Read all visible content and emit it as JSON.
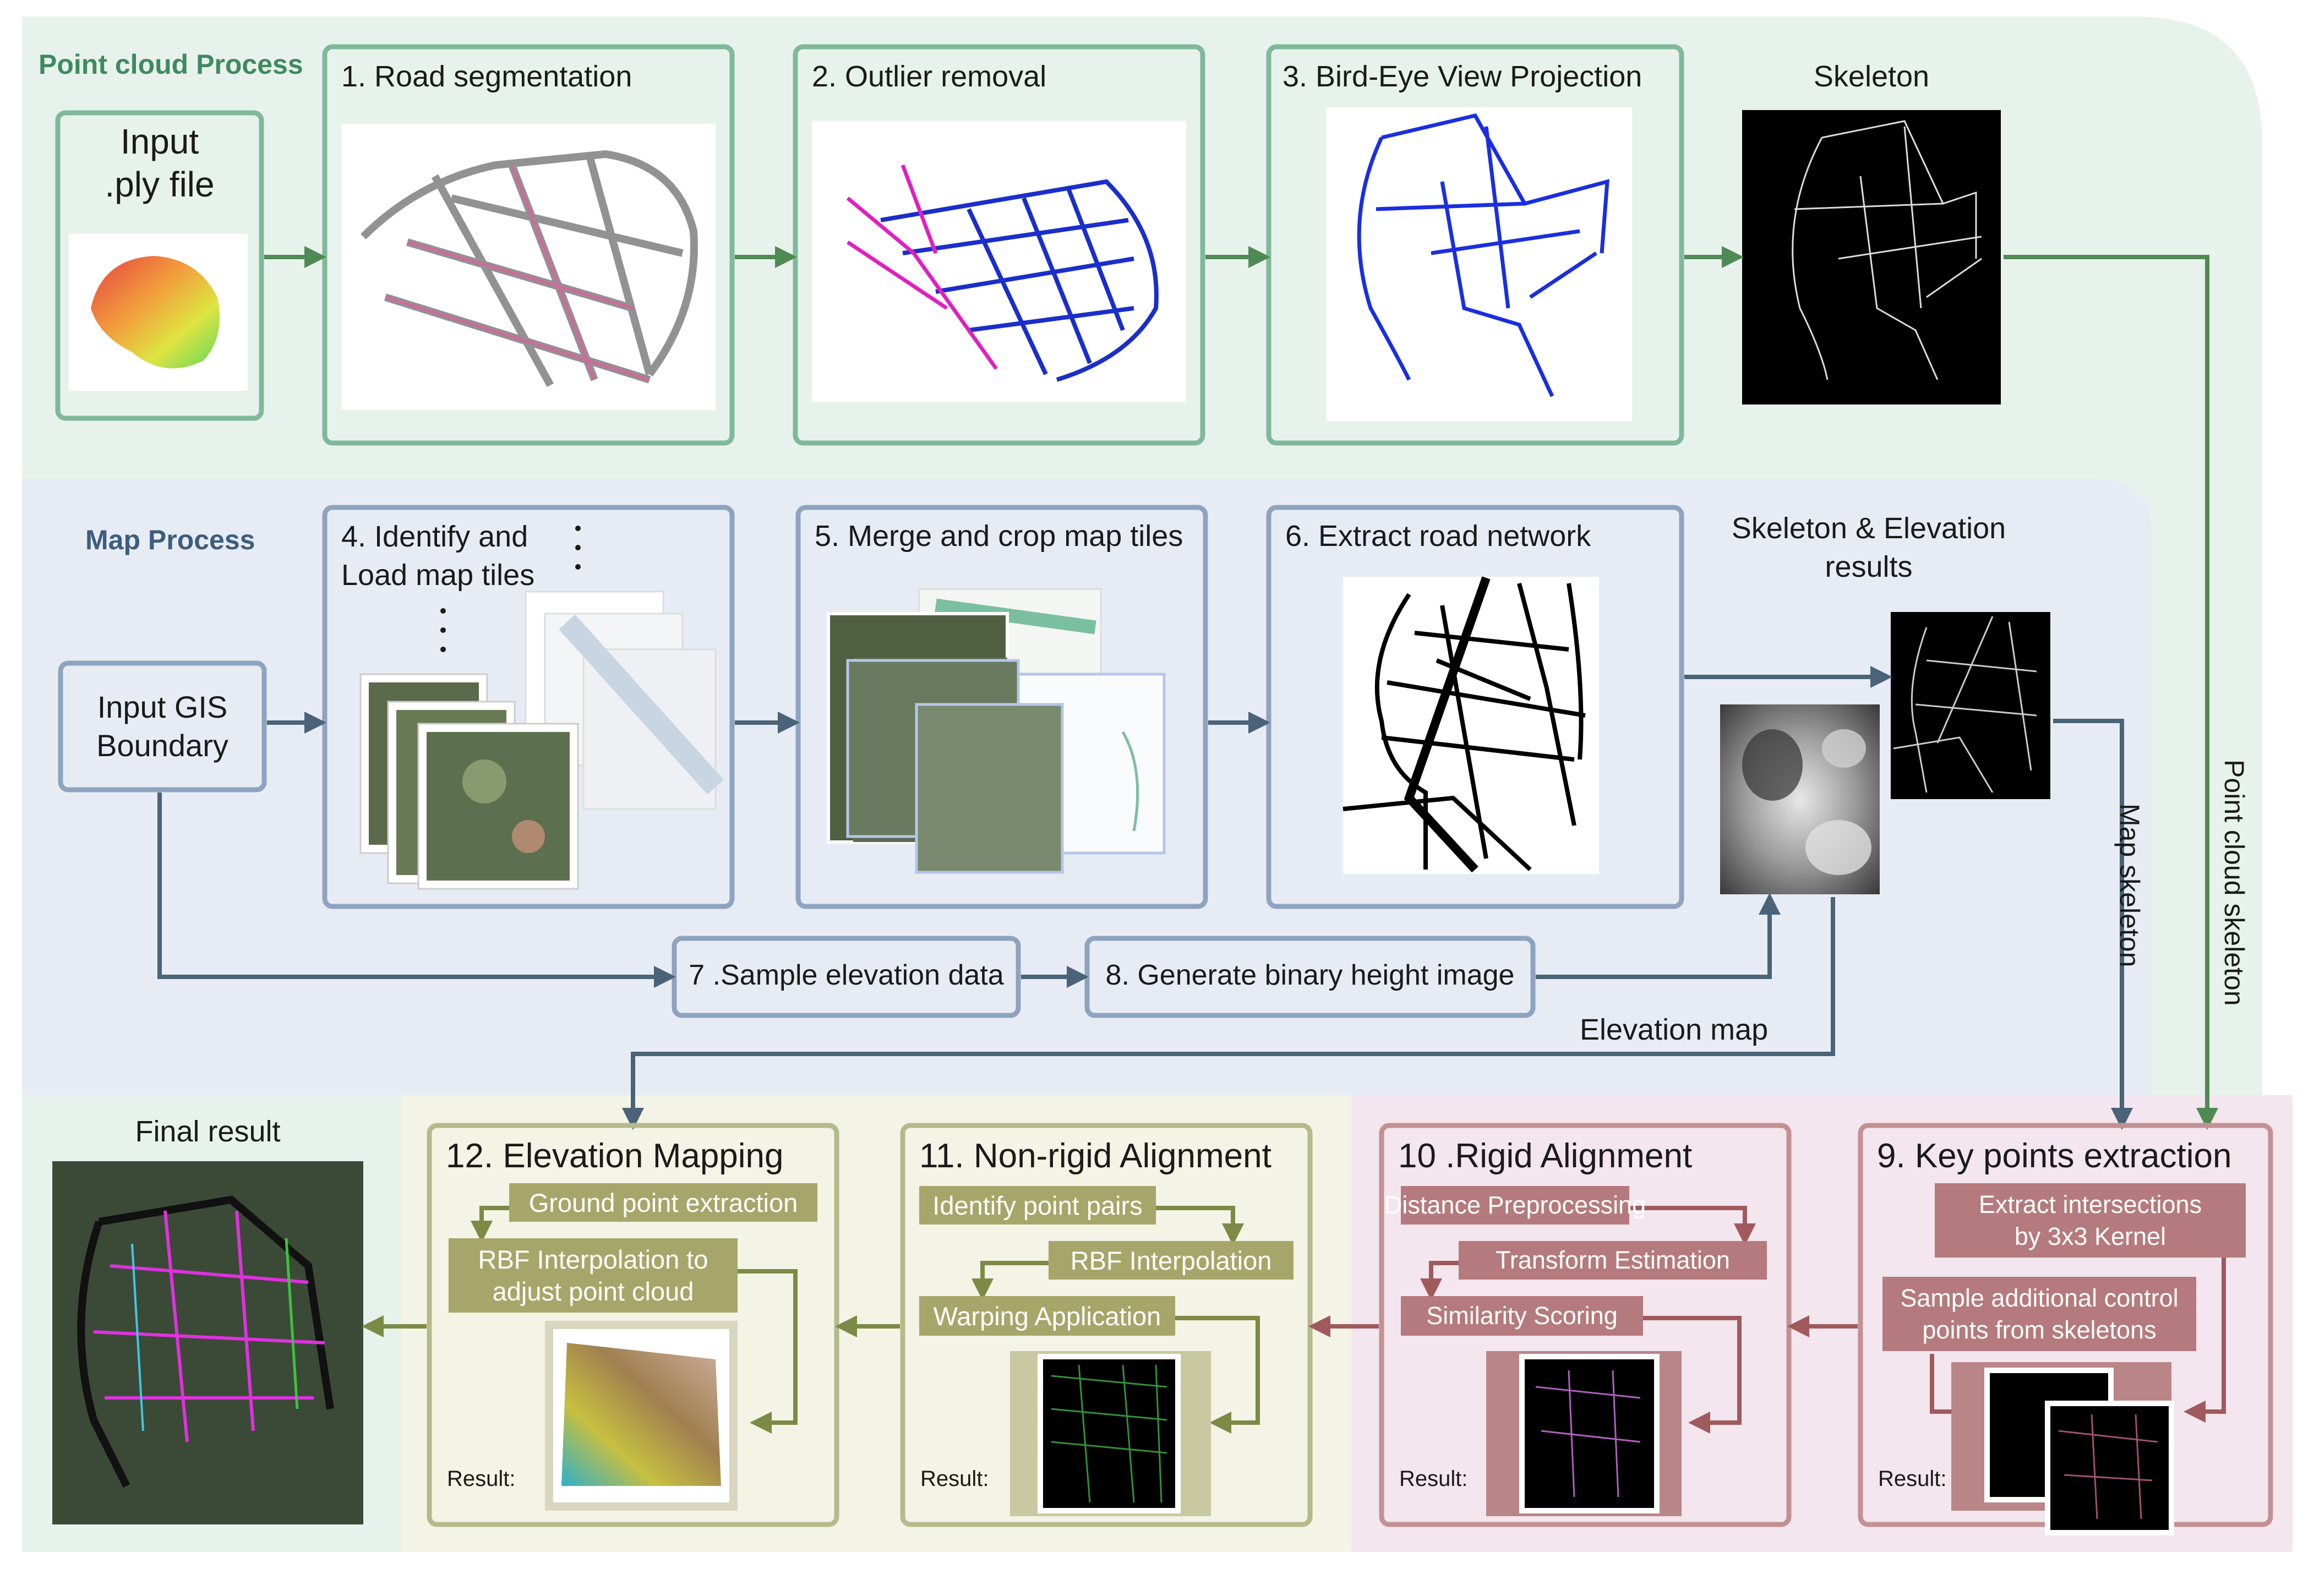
{
  "sections": {
    "point_cloud": "Point cloud Process",
    "map": "Map Process"
  },
  "steps": {
    "input_ply": [
      "Input",
      ".ply file"
    ],
    "s1": "1. Road segmentation",
    "s2": "2. Outlier removal",
    "s3": "3. Bird-Eye View Projection",
    "skeleton": "Skeleton",
    "input_gis": [
      "Input GIS",
      "Boundary"
    ],
    "s4": [
      "4. Identify and",
      "Load map tiles"
    ],
    "s5": "5. Merge and crop map tiles",
    "s6": "6. Extract road network",
    "skel_elev": [
      "Skeleton & Elevation",
      "results"
    ],
    "s7": "7 .Sample elevation data",
    "s8": "8. Generate binary height image",
    "elevation_map": "Elevation map",
    "map_skeleton": "Map skeleton",
    "pc_skeleton": "Point cloud skeleton",
    "final": "Final result",
    "s12": {
      "title": "12. Elevation Mapping",
      "sub1": "Ground point extraction",
      "sub2": [
        "RBF Interpolation to",
        "adjust point cloud"
      ],
      "result": "Result:"
    },
    "s11": {
      "title": "11. Non-rigid Alignment",
      "sub1": "Identify point pairs",
      "sub2": "RBF Interpolation",
      "sub3": "Warping Application",
      "result": "Result:"
    },
    "s10": {
      "title": "10 .Rigid Alignment",
      "sub1": "Distance Preprocessing",
      "sub2": "Transform Estimation",
      "sub3": "Similarity Scoring",
      "result": "Result:"
    },
    "s9": {
      "title": "9. Key points extraction",
      "sub1": [
        "Extract intersections",
        "by 3x3 Kernel"
      ],
      "sub2": [
        "Sample additional control",
        "points from skeletons"
      ],
      "result": "Result:"
    }
  },
  "colors": {
    "green_bg": "#e8f2ec",
    "green_border": "#7fb99a",
    "green_arrow": "#4f8a55",
    "blue_bg": "#e7ecf4",
    "blue_border": "#8ea3bf",
    "blue_arrow": "#4a6378",
    "olive_bg": "#f3f3e6",
    "olive_border": "#b7b98a",
    "olive_chip": "#a6a66a",
    "olive_arrow": "#7c8a45",
    "rose_bg": "#f3e6ee",
    "rose_border": "#c39193",
    "rose_chip": "#b57a7d",
    "rose_arrow": "#a05a5c"
  }
}
